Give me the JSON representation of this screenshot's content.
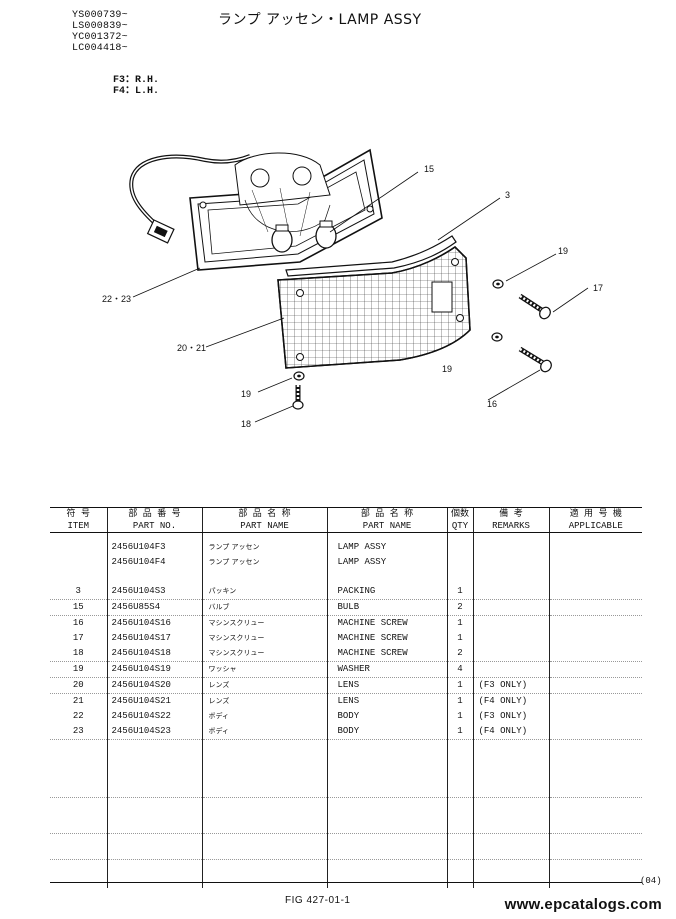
{
  "header": {
    "serials": [
      "YS000739~",
      "LS000839~",
      "YC001372~",
      "LC004418~"
    ],
    "title": "ランプ アッセン・LAMP ASSY",
    "figure_notes": [
      "F3：R.H.",
      "F4：L.H."
    ]
  },
  "callouts": {
    "c15": "15",
    "c3": "3",
    "c19a": "19",
    "c17": "17",
    "c22_23": "22・23",
    "c20_21": "20・21",
    "c19b": "19",
    "c16": "16",
    "c18": "18"
  },
  "table": {
    "headers_jp": [
      "符 号",
      "部 品 番 号",
      "部 品 名 称",
      "部 品 名 称",
      "個数",
      "備 考",
      "適 用 号 機"
    ],
    "headers_en": [
      "ITEM",
      "PART NO.",
      "PART NAME",
      "PART NAME",
      "QTY",
      "REMARKS",
      "APPLICABLE"
    ],
    "rows": [
      {
        "item": "",
        "part_no": "2456U104F3",
        "name_jp": "ランプ アッセン",
        "name_en": "LAMP ASSY",
        "qty": "",
        "remarks": ""
      },
      {
        "item": "",
        "part_no": "2456U104F4",
        "name_jp": "ランプ アッセン",
        "name_en": "LAMP ASSY",
        "qty": "",
        "remarks": ""
      },
      {
        "item": "3",
        "part_no": "2456U104S3",
        "name_jp": "パッキン",
        "name_en": "PACKING",
        "qty": "1",
        "remarks": ""
      },
      {
        "item": "15",
        "part_no": "2456U85S4",
        "name_jp": "バルブ",
        "name_en": "BULB",
        "qty": "2",
        "remarks": ""
      },
      {
        "item": "16",
        "part_no": "2456U104S16",
        "name_jp": "マシンスクリュー",
        "name_en": "MACHINE SCREW",
        "qty": "1",
        "remarks": ""
      },
      {
        "item": "17",
        "part_no": "2456U104S17",
        "name_jp": "マシンスクリュー",
        "name_en": "MACHINE SCREW",
        "qty": "1",
        "remarks": ""
      },
      {
        "item": "18",
        "part_no": "2456U104S18",
        "name_jp": "マシンスクリュー",
        "name_en": "MACHINE SCREW",
        "qty": "2",
        "remarks": ""
      },
      {
        "item": "19",
        "part_no": "2456U104S19",
        "name_jp": "ワッシャ",
        "name_en": "WASHER",
        "qty": "4",
        "remarks": ""
      },
      {
        "item": "20",
        "part_no": "2456U104S20",
        "name_jp": "レンズ",
        "name_en": "LENS",
        "qty": "1",
        "remarks": "(F3 ONLY)"
      },
      {
        "item": "21",
        "part_no": "2456U104S21",
        "name_jp": "レンズ",
        "name_en": "LENS",
        "qty": "1",
        "remarks": "(F4 ONLY)"
      },
      {
        "item": "22",
        "part_no": "2456U104S22",
        "name_jp": "ボディ",
        "name_en": "BODY",
        "qty": "1",
        "remarks": "(F3 ONLY)"
      },
      {
        "item": "23",
        "part_no": "2456U104S23",
        "name_jp": "ボディ",
        "name_en": "BODY",
        "qty": "1",
        "remarks": "(F4 ONLY)"
      }
    ]
  },
  "footer": {
    "figure": "FIG 427-01-1",
    "revision": "(04)",
    "watermark": "www.epcatalogs.com"
  }
}
